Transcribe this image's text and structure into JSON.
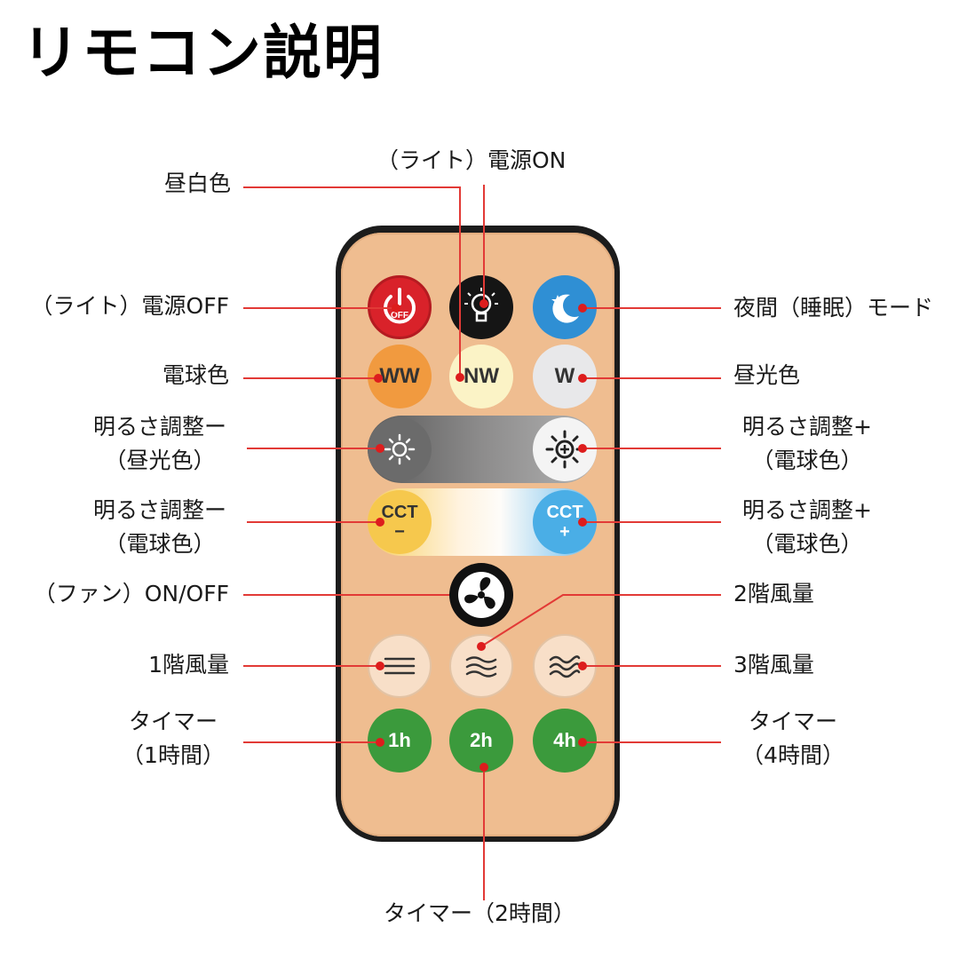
{
  "title": "リモコン説明",
  "colors": {
    "callout_line": "#e23a36",
    "callout_dot": "#dd1d1d",
    "remote_face": "#efbd90",
    "remote_frame": "#1c1c1c"
  },
  "buttons": {
    "power_off": "OFF",
    "ww": "WW",
    "nw": "NW",
    "w": "W",
    "cct_minus_top": "CCT",
    "cct_minus_sign": "−",
    "cct_plus_top": "CCT",
    "cct_plus_sign": "+",
    "timer_1h": "1h",
    "timer_2h": "2h",
    "timer_4h": "4h"
  },
  "icons": {
    "power_off": "power-icon",
    "power_on": "light-bulb-icon",
    "night": "moon-star-icon",
    "bright_down": "sun-small-icon",
    "bright_up": "sun-large-icon",
    "fan": "fan-icon",
    "fan_speed_1": "wind-lines-icon",
    "fan_speed_2": "wind-waves-icon",
    "fan_speed_3": "wind-strong-icon"
  },
  "labels": {
    "daylight_white": "昼白色",
    "light_power_on": "（ライト）電源ON",
    "light_power_off": "（ライト）電源OFF",
    "night_mode": "夜間（睡眠）モード",
    "warm_color": "電球色",
    "daylight_color": "昼光色",
    "bright_down_1": {
      "line1": "明るさ調整ー",
      "line2": "（昼光色）"
    },
    "bright_up_1": {
      "line1": "明るさ調整+",
      "line2": "（電球色）"
    },
    "bright_down_2": {
      "line1": "明るさ調整ー",
      "line2": "（電球色）"
    },
    "bright_up_2": {
      "line1": "明るさ調整+",
      "line2": "（電球色）"
    },
    "fan_onoff": "（ファン）ON/OFF",
    "fan_speed_2": "2階風量",
    "fan_speed_1": "1階風量",
    "fan_speed_3": "3階風量",
    "timer_1h": {
      "line1": "タイマー",
      "line2": "（1時間）"
    },
    "timer_4h": {
      "line1": "タイマー",
      "line2": "（4時間）"
    },
    "timer_2h": "タイマー（2時間）"
  }
}
